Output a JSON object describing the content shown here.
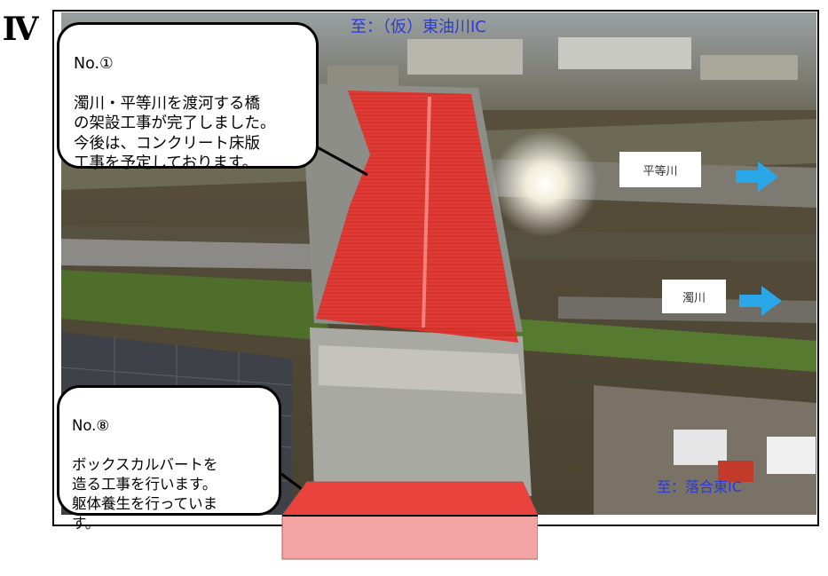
{
  "section_numeral": "Ⅳ",
  "destinations": {
    "top": "至：（仮）東油川IC",
    "bottom": "至：落合東IC"
  },
  "rivers": [
    {
      "label": "平等川"
    },
    {
      "label": "濁川"
    }
  ],
  "callouts": [
    {
      "title": "No.①",
      "text": "濁川・平等川を渡河する橋\nの架設工事が完了しました。\n今後は、コンクリート床版\n工事を予定しております。"
    },
    {
      "title": "No.⑧",
      "text": "ボックスカルバートを\n造る工事を行います。\n躯体養生を行っていま\nす。"
    }
  ],
  "colors": {
    "highlight_red": "#e8322c",
    "highlight_pink": "#f4a3a3",
    "arrow_blue": "#2aa7e8",
    "destination_text": "#2a3bd6"
  }
}
